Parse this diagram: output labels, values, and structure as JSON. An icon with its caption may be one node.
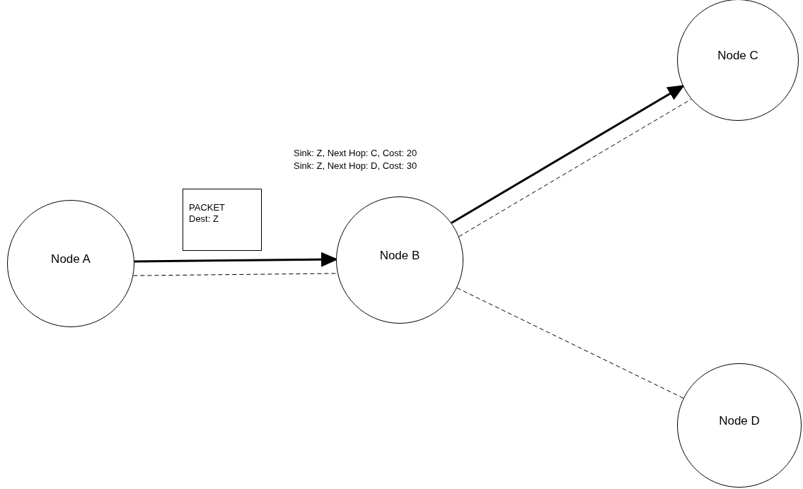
{
  "diagram": {
    "nodes": [
      {
        "text": [
          "Node A"
        ]
      },
      {
        "text": [
          "Node B"
        ],
        "beside": [
          "Sink: Z, Next Hop: C, Cost: 20",
          "Sink: Z, Next Hop: D, Cost: 30"
        ]
      },
      {
        "text": [
          "Node C"
        ]
      },
      {
        "text": [
          "Node D"
        ]
      },
      {
        "text": [
          "PACKET",
          "Dest: Z"
        ]
      }
    ],
    "edges": [
      {
        "from": 0,
        "to": 1,
        "arrow": "to",
        "style": "thick"
      },
      {
        "from": 0,
        "to": 1,
        "arrow": "none",
        "style": "dashed"
      },
      {
        "from": 1,
        "to": 2,
        "arrow": "to",
        "style": "thick"
      },
      {
        "from": 1,
        "to": 2,
        "arrow": "none",
        "style": "dashed"
      },
      {
        "from": 1,
        "to": 3,
        "arrow": "none",
        "style": "dashed"
      }
    ]
  }
}
